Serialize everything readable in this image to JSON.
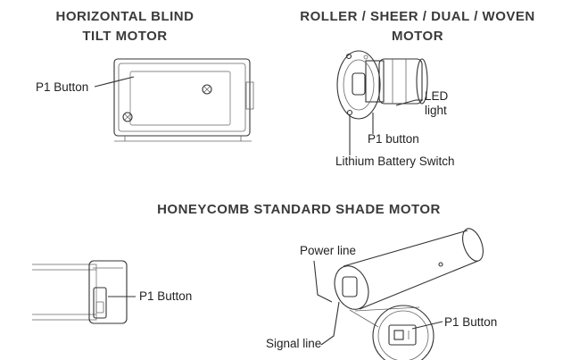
{
  "sections": {
    "horizontal_blind": {
      "title_line1": "HORIZONTAL BLIND",
      "title_line2": "TILT MOTOR",
      "p1_label": "P1 Button"
    },
    "roller": {
      "title_line1": "ROLLER / SHEER / DUAL / WOVEN",
      "title_line2": "MOTOR",
      "led_line1": "LED",
      "led_line2": "light",
      "p1_label": "P1 button",
      "battery_label": "Lithium Battery Switch"
    },
    "honeycomb": {
      "title": "HONEYCOMB STANDARD SHADE MOTOR",
      "p1_label_left": "P1 Button",
      "power_label": "Power line",
      "signal_label": "Signal line",
      "p1_label_right": "P1 Button"
    }
  }
}
